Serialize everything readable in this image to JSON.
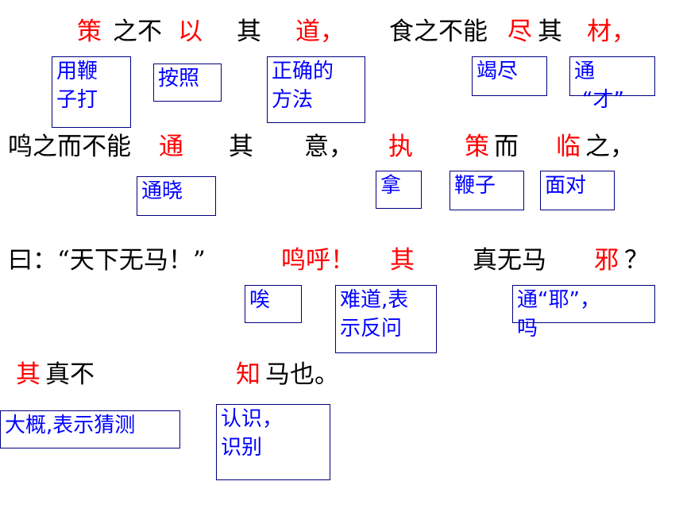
{
  "lines": {
    "l1": {
      "t1": "策",
      "t2": "之不",
      "t3": "以",
      "t4": "其",
      "t5": "道，",
      "t6": "食之不能",
      "t7": "尽",
      "t8": "其",
      "t9": "材，"
    },
    "l2": {
      "t1": "鸣之而不能",
      "t2": "通",
      "t3": "其",
      "t4": "意，",
      "t5": "执",
      "t6": "策",
      "t7": "而",
      "t8": "临",
      "t9": "之，"
    },
    "l3": {
      "t1": "曰：“天下无马！”",
      "t2": "鸣呼！",
      "t3": "其",
      "t4": "真无马",
      "t5": "邪",
      "t6": "？"
    },
    "l4": {
      "t1": "其",
      "t2": "真不",
      "t3": "知",
      "t4": "马也。"
    }
  },
  "notes": {
    "ce": [
      "用鞭",
      "子打"
    ],
    "yi": [
      "按照"
    ],
    "dao": [
      "正确的",
      "方法"
    ],
    "jin": [
      "竭尽"
    ],
    "cai": [
      "通",
      "“才”"
    ],
    "tong": [
      "通晓"
    ],
    "zhi": [
      "拿"
    ],
    "ce2": [
      "鞭子"
    ],
    "lin": [
      "面对"
    ],
    "wuhu": [
      "唉"
    ],
    "qi": [
      "难道,表",
      "示反问"
    ],
    "ye": [
      "通“耶”，",
      "吗"
    ],
    "qi2": [
      "大概,表示猜测"
    ],
    "zhi2": [
      "认识，",
      "识别"
    ]
  },
  "colors": {
    "keyword": "#ff0000",
    "text": "#000000",
    "note_text": "#0000ff",
    "note_border": "#000080"
  }
}
